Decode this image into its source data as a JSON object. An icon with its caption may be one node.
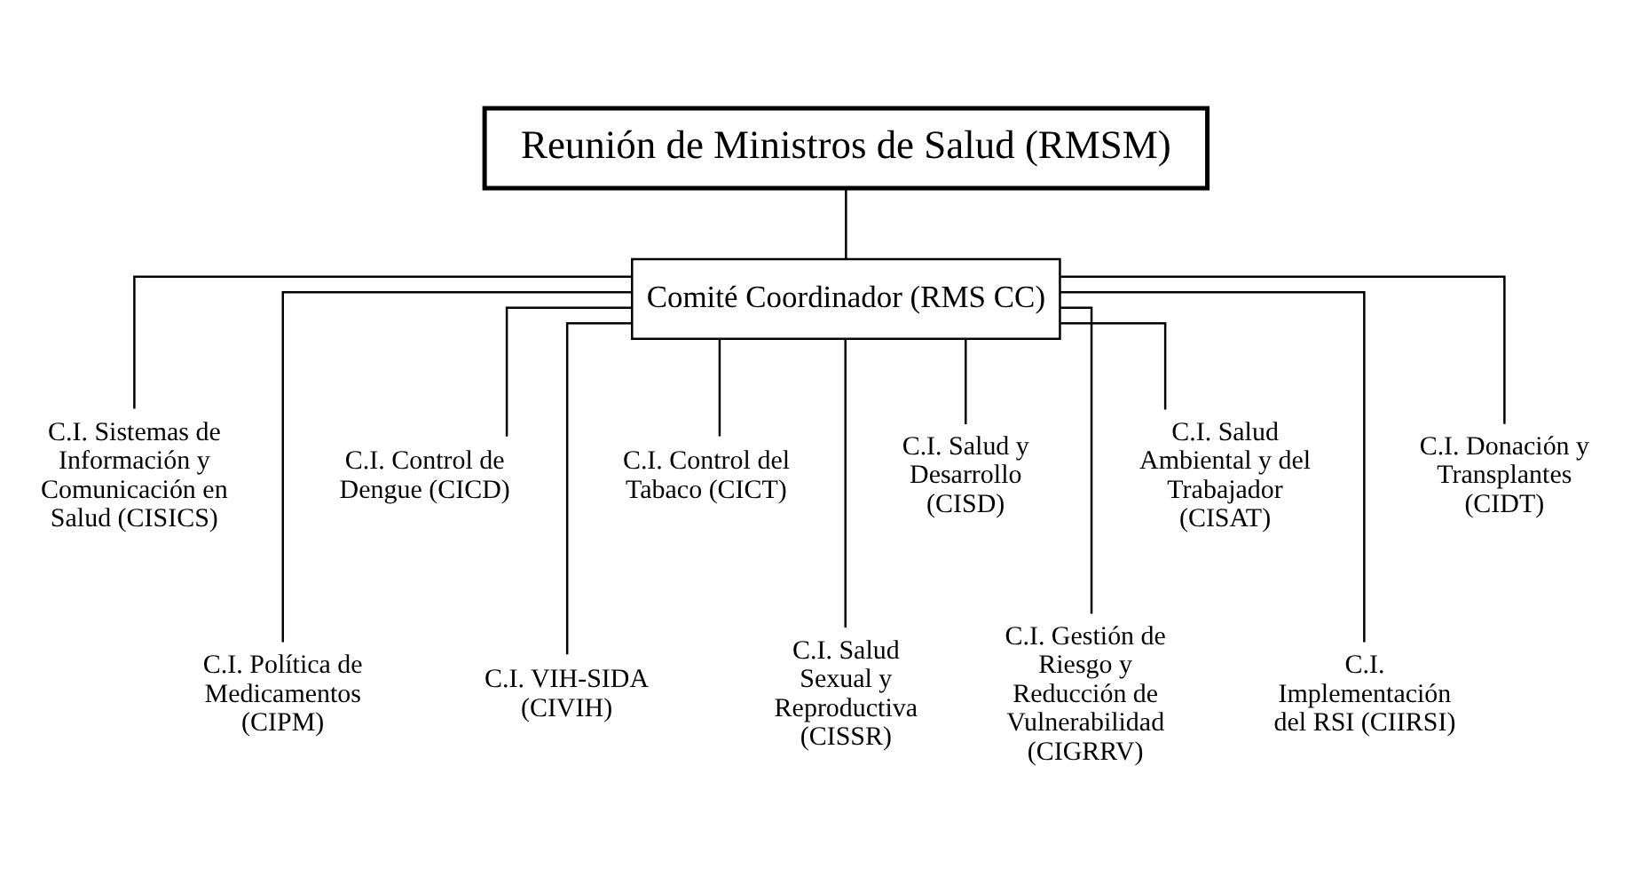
{
  "diagram": {
    "nodes": [
      {
        "text": [
          "Reunión de Ministros de Salud (RMSM)"
        ]
      },
      {
        "text": [
          "Comité Coordinador (RMS CC)"
        ]
      },
      {
        "text": [
          "C.I. Sistemas de Información y Comunicación en Salud (CISICS)"
        ]
      },
      {
        "text": [
          "C.I. Política de Medicamentos (CIPM)"
        ]
      },
      {
        "text": [
          "C.I. Control de Dengue (CICD)"
        ]
      },
      {
        "text": [
          "C.I. VIH-SIDA (CIVIH)"
        ]
      },
      {
        "text": [
          "C.I. Control del Tabaco (CICT)"
        ]
      },
      {
        "text": [
          "C.I. Salud Sexual y Reproductiva (CISSR)"
        ]
      },
      {
        "text": [
          "C.I. Salud y Desarrollo (CISD)"
        ]
      },
      {
        "text": [
          "C.I. Gestión de Riesgo y Reducción de Vulnerabilidad (CIGRRV)"
        ]
      },
      {
        "text": [
          "C.I. Salud Ambiental y del Trabajador (CISAT)"
        ]
      },
      {
        "text": [
          "C.I. Implementación del RSI (CIIRSI)"
        ]
      },
      {
        "text": [
          "C.I. Donación y Transplantes (CIDT)"
        ]
      }
    ],
    "edges": [
      {
        "from": 0,
        "to": 1,
        "arrow": "none"
      },
      {
        "from": 1,
        "to": 2,
        "arrow": "none"
      },
      {
        "from": 1,
        "to": 3,
        "arrow": "none"
      },
      {
        "from": 1,
        "to": 4,
        "arrow": "none"
      },
      {
        "from": 1,
        "to": 5,
        "arrow": "none"
      },
      {
        "from": 1,
        "to": 6,
        "arrow": "none"
      },
      {
        "from": 1,
        "to": 7,
        "arrow": "none"
      },
      {
        "from": 1,
        "to": 8,
        "arrow": "none"
      },
      {
        "from": 1,
        "to": 9,
        "arrow": "none"
      },
      {
        "from": 1,
        "to": 10,
        "arrow": "none"
      },
      {
        "from": 1,
        "to": 11,
        "arrow": "none"
      },
      {
        "from": 1,
        "to": 12,
        "arrow": "none"
      }
    ]
  }
}
